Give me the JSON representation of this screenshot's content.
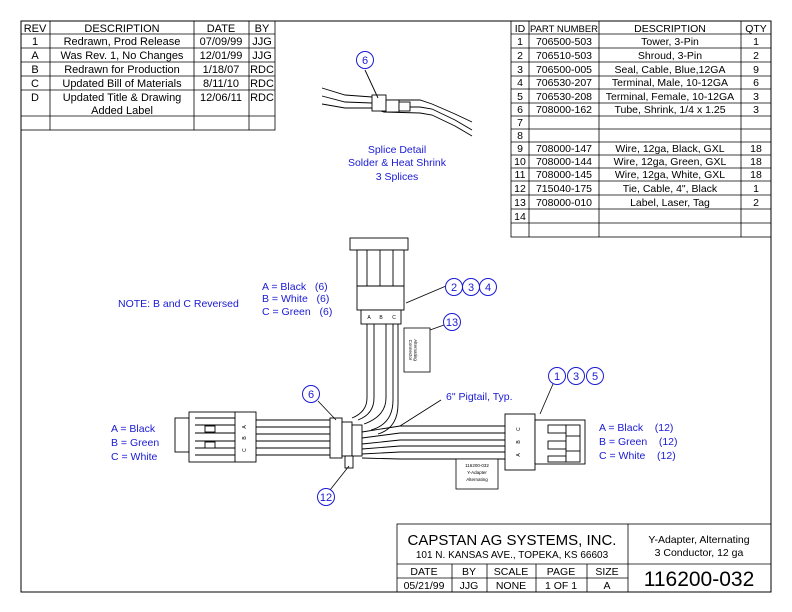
{
  "revisions": {
    "headers": [
      "REV",
      "DESCRIPTION",
      "DATE",
      "BY"
    ],
    "rows": [
      {
        "rev": "1",
        "desc": "Redrawn, Prod Release",
        "date": "07/09/99",
        "by": "JJG"
      },
      {
        "rev": "A",
        "desc": "Was Rev. 1, No Changes",
        "date": "12/01/99",
        "by": "JJG"
      },
      {
        "rev": "B",
        "desc": "Redrawn for Production",
        "date": "1/18/07",
        "by": "RDC"
      },
      {
        "rev": "C",
        "desc": "Updated Bill of Materials",
        "date": "8/11/10",
        "by": "RDC"
      },
      {
        "rev": "D",
        "desc": "Updated Title & Drawing",
        "desc2": "Added Label",
        "date": "12/06/11",
        "by": "RDC"
      }
    ]
  },
  "bom": {
    "headers": [
      "ID",
      "PART NUMBER",
      "DESCRIPTION",
      "QTY"
    ],
    "rows": [
      {
        "id": "1",
        "pn": "706500-503",
        "desc": "Tower, 3-Pin",
        "qty": "1"
      },
      {
        "id": "2",
        "pn": "706510-503",
        "desc": "Shroud, 3-Pin",
        "qty": "2"
      },
      {
        "id": "3",
        "pn": "706500-005",
        "desc": "Seal, Cable, Blue,12GA",
        "qty": "9"
      },
      {
        "id": "4",
        "pn": "706530-207",
        "desc": "Terminal, Male, 10-12GA",
        "qty": "6"
      },
      {
        "id": "5",
        "pn": "706530-208",
        "desc": "Terminal, Female, 10-12GA",
        "qty": "3"
      },
      {
        "id": "6",
        "pn": "708000-162",
        "desc": "Tube, Shrink, 1/4 x 1.25",
        "qty": "3"
      },
      {
        "id": "7",
        "pn": "",
        "desc": "",
        "qty": ""
      },
      {
        "id": "8",
        "pn": "",
        "desc": "",
        "qty": ""
      },
      {
        "id": "9",
        "pn": "708000-147",
        "desc": "Wire, 12ga, Black, GXL",
        "qty": "18"
      },
      {
        "id": "10",
        "pn": "708000-144",
        "desc": "Wire, 12ga, Green, GXL",
        "qty": "18"
      },
      {
        "id": "11",
        "pn": "708000-145",
        "desc": "Wire, 12ga, White, GXL",
        "qty": "18"
      },
      {
        "id": "12",
        "pn": "715040-175",
        "desc": "Tie, Cable, 4\", Black",
        "qty": "1"
      },
      {
        "id": "13",
        "pn": "708000-010",
        "desc": "Label, Laser, Tag",
        "qty": "2"
      },
      {
        "id": "14",
        "pn": "",
        "desc": "",
        "qty": ""
      }
    ]
  },
  "splice": {
    "balloon": "6",
    "line1": "Splice Detail",
    "line2": "Solder & Heat Shrink",
    "line3": "3 Splices"
  },
  "top_connector": {
    "legend": [
      "A = Black   (6)",
      "B = White   (6)",
      "C = Green   (6)"
    ],
    "pins": [
      "A",
      "B",
      "C"
    ],
    "balloons": [
      "2",
      "3",
      "4"
    ]
  },
  "note": "NOTE: B and C Reversed",
  "label_13": {
    "balloon": "13",
    "line1": "Alternating",
    "line2": "Connector"
  },
  "left_connector": {
    "legend": [
      "A = Black",
      "B = Green",
      "C = White"
    ],
    "pins": [
      "A",
      "B",
      "C"
    ]
  },
  "right_connector": {
    "legend": [
      "A = Black    (12)",
      "B = Green    (12)",
      "C = White    (12)"
    ],
    "pins": [
      "C",
      "B",
      "A"
    ],
    "balloons": [
      "1",
      "3",
      "5"
    ]
  },
  "splice_balloon": "6",
  "tie_balloon": "12",
  "pigtail": "6\" Pigtail, Typ.",
  "tag": {
    "line1": "116200-032",
    "line2": "Y-Adapter",
    "line3": "Alternating"
  },
  "title_block": {
    "company": "CAPSTAN AG SYSTEMS, INC.",
    "address": "101 N. KANSAS AVE., TOPEKA, KS 66603",
    "title1": "Y-Adapter, Alternating",
    "title2": "3 Conductor, 12 ga",
    "date_label": "DATE",
    "date": "05/21/99",
    "by_label": "BY",
    "by": "JJG",
    "scale_label": "SCALE",
    "scale": "NONE",
    "page_label": "PAGE",
    "page": "1 OF 1",
    "size_label": "SIZE",
    "size": "A",
    "drawing_number": "116200-032"
  }
}
